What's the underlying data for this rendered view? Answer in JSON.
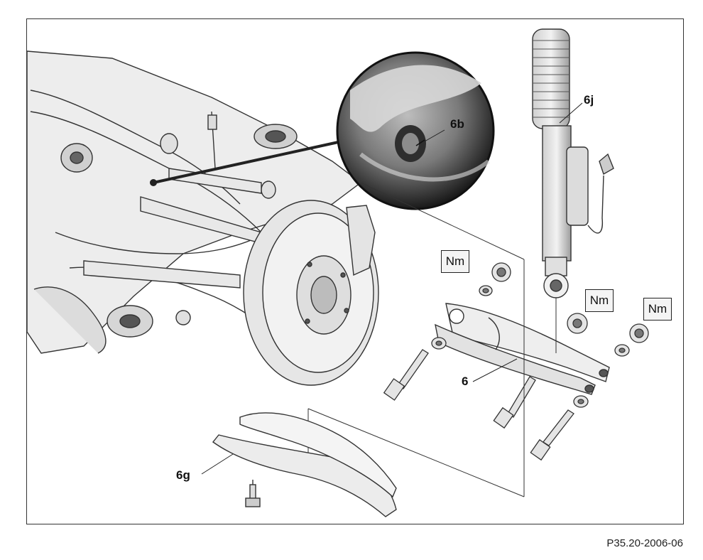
{
  "figure": {
    "id": "P35.20-2006-06",
    "callouts": {
      "detail": "6b",
      "shock": "6j",
      "arm": "6",
      "cover": "6g"
    },
    "torque_label": "Nm"
  }
}
